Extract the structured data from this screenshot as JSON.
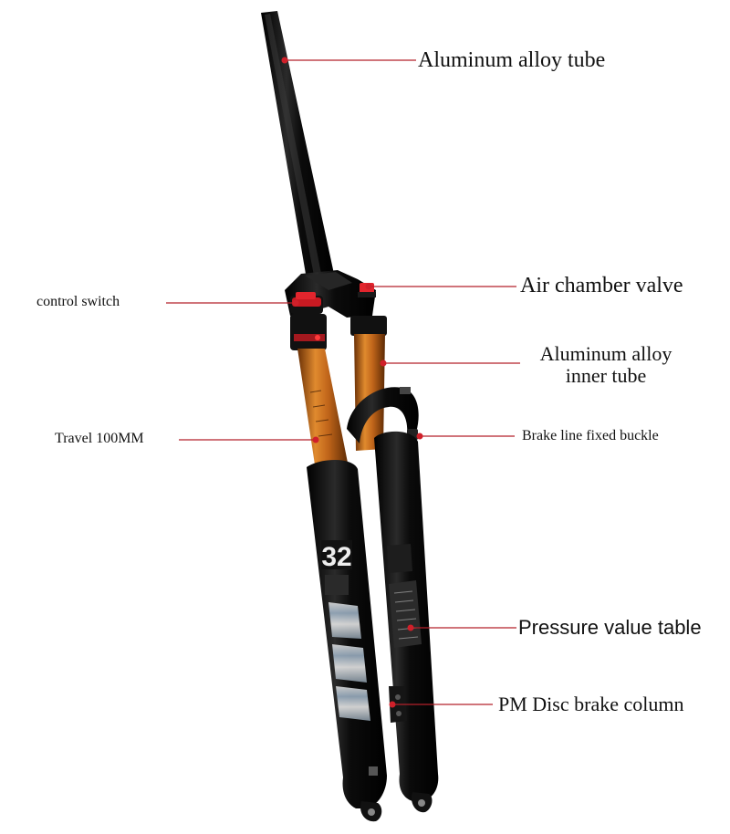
{
  "colors": {
    "accent": "#d0202a",
    "leader": "#b3202a",
    "stanchion": "#c86a1a",
    "body": "#0e0e0e"
  },
  "callouts": {
    "steerer_tube": "Aluminum alloy tube",
    "air_valve": "Air chamber valve",
    "control_switch": "control switch",
    "inner_tube_line1": "Aluminum alloy",
    "inner_tube_line2": "inner tube",
    "travel": "Travel 100MM",
    "brake_buckle": "Brake line fixed buckle",
    "pressure_table": "Pressure value table",
    "disc_brake": "PM Disc brake column"
  },
  "fork_markings": {
    "size": "32"
  }
}
